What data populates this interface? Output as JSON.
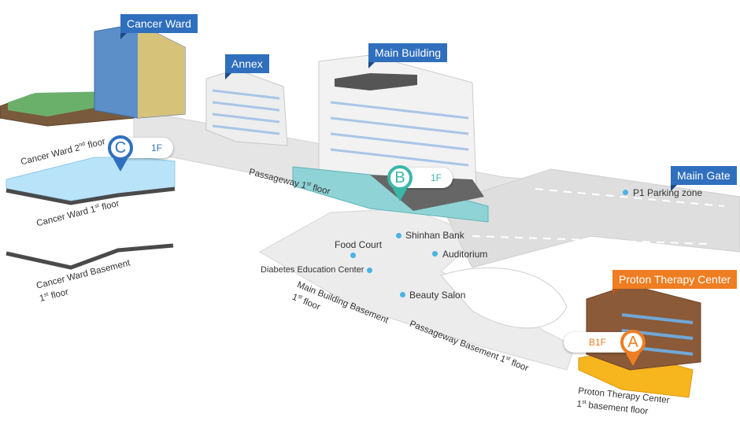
{
  "tags": {
    "cancer_ward": "Cancer Ward",
    "annex": "Annex",
    "main_building": "Main Building",
    "main_gate": "Maiin Gate",
    "proton_center": "Proton Therapy Center"
  },
  "floor_labels": {
    "cw2_main": "Cancer Ward 2",
    "cw2_sup": "nd",
    "cw2_tail": " floor",
    "cw1_main": "Cancer Ward 1",
    "cw1_sup": "st",
    "cw1_tail": " floor",
    "cwb_line1": "Cancer Ward Basement",
    "cwb_line2_pre": "1",
    "cwb_line2_sup": "st",
    "cwb_line2_tail": " floor",
    "passage1_main": "Passageway 1",
    "passage1_sup": "st",
    "passage1_tail": " floor",
    "mbb_line1": "Main Building Basement",
    "mbb_line2_pre": "1",
    "mbb_line2_sup": "st",
    "mbb_line2_tail": " floor",
    "pb_main": "Passageway Basement  1",
    "pb_sup": "st",
    "pb_tail": " floor",
    "ptc_line1": "Proton Therapy Center",
    "ptc_line2_pre": "1",
    "ptc_line2_sup": "st",
    "ptc_line2_tail": " basement floor"
  },
  "pois": {
    "shinhan": "Shinhan Bank",
    "food_court": "Food Court",
    "auditorium": "Auditorium",
    "diabetes": "Diabetes Education Center",
    "beauty": "Beauty Salon",
    "parking": "P1 Parking zone"
  },
  "pins": {
    "a": {
      "letter": "A",
      "floor": "B1F",
      "color": "#ef7d22"
    },
    "b": {
      "letter": "B",
      "floor": "1F",
      "color": "#3bb7a8"
    },
    "c": {
      "letter": "C",
      "floor": "1F",
      "color": "#2f6fbd"
    }
  },
  "colors": {
    "floor_blue": "#b9e3f8",
    "floor_orange": "#f7b51e",
    "path_gray": "#d9d9d9",
    "poi_dot": "#4ab3e6"
  }
}
